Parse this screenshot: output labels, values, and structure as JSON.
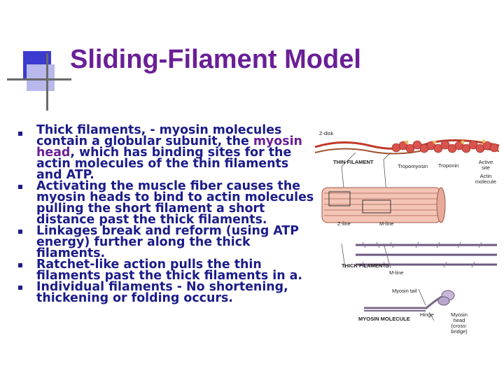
{
  "slide": {
    "title": "Sliding-Filament Model",
    "bullets": [
      {
        "parts": [
          "Thick filaments, - myosin molecules contain a globular subunit, the ",
          "myosin head",
          ", which has binding sites for the actin molecules of the thin filaments and ATP."
        ]
      },
      {
        "parts": [
          "Activating the muscle fiber causes the myosin heads to bind to actin molecules pulling the short filament a short distance past the thick filaments."
        ]
      },
      {
        "parts": [
          "Linkages break and reform (using ATP energy) further along the thick filaments."
        ]
      },
      {
        "parts": [
          "Ratchet-like action pulls the thin filaments past the thick filaments in a."
        ]
      },
      {
        "parts": [
          "Individual filaments - No shortening, thickening or folding  occurs."
        ]
      }
    ]
  },
  "diagram": {
    "labels": {
      "z_disk": "Z-disk",
      "thin_filament": "THIN FILAMENT",
      "tropomyosin": "Tropomyosin",
      "troponin": "Troponin",
      "active_site": "Active site",
      "actin_molecule": "Actin molecule",
      "z_line": "Z-line",
      "m_line_1": "M-line",
      "thick_filaments": "THICK FILAMENTS",
      "m_line_2": "M-line",
      "myosin_tail": "Myosin tail",
      "hinge": "Hinge",
      "myosin_molecule": "MYOSIN MOLECULE",
      "myosin_head": "Myosin head (cross-bridge)"
    }
  },
  "colors": {
    "title": "#6a1f96",
    "body_text": "#1c1c8a",
    "accent_blue": "#3b3bd0",
    "accent_light": "#b8b8ec",
    "actin_red": "#c0392b",
    "myosin_purple": "#8a6f9a"
  }
}
